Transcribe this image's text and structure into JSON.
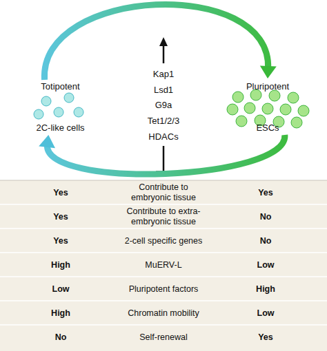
{
  "diagram": {
    "nodes": [
      {
        "text": [
          "Totipotent",
          "2C-like cells"
        ]
      },
      {
        "text": [
          "Pluripotent",
          "ESCs"
        ]
      }
    ],
    "edges": [
      {
        "from": 0,
        "to": 1,
        "arrow": "to"
      },
      {
        "from": 1,
        "to": 0,
        "arrow": "to"
      }
    ],
    "labels": [
      "Kap1",
      "Lsd1",
      "G9a",
      "Tet1/2/3",
      "HDACs",
      "Yes",
      "Contribute to embryonic tissue",
      "Yes",
      "Yes",
      "Contribute to extra-embryonic tissue",
      "No",
      "Yes",
      "2-cell specific genes",
      "No",
      "High",
      "MuERV-L",
      "Low",
      "Low",
      "Pluripotent factors",
      "High",
      "High",
      "Chromatin mobility",
      "Low",
      "No",
      "Self-renewal",
      "Yes"
    ]
  }
}
